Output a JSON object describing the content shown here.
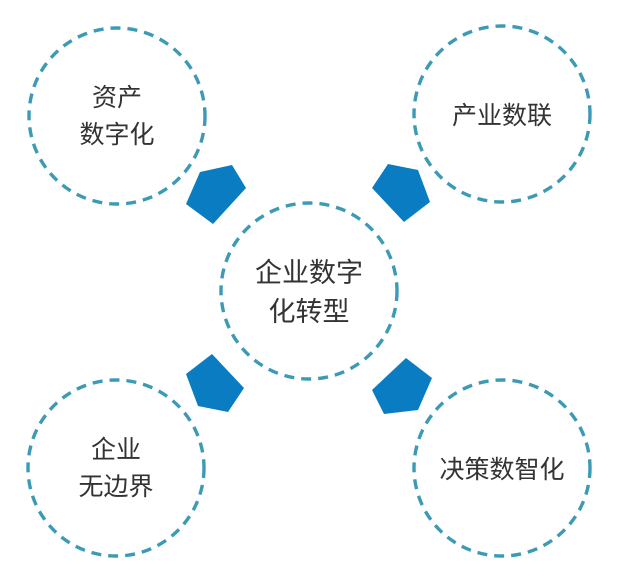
{
  "colors": {
    "ring": "#3c9ab5",
    "arrow": "#0a7cc2",
    "text": "#333333"
  },
  "center": {
    "lines": [
      "企业数字",
      "化转型"
    ]
  },
  "nodes": {
    "top_left": {
      "lines": [
        "资产",
        "数字化"
      ]
    },
    "top_right": {
      "lines": [
        "产业数联"
      ]
    },
    "bottom_left": {
      "lines": [
        "企业",
        "无边界"
      ]
    },
    "bottom_right": {
      "lines": [
        "决策数智化"
      ]
    }
  }
}
